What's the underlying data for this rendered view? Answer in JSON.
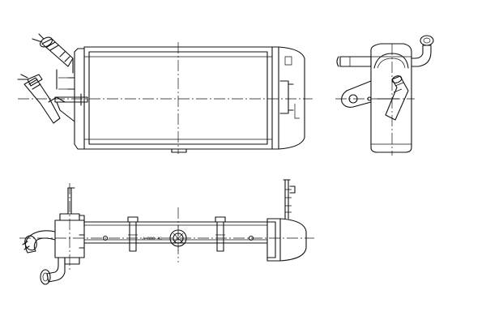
{
  "drawing": {
    "views": [
      {
        "id": "front",
        "label": ""
      },
      {
        "id": "side",
        "label": ""
      },
      {
        "id": "top",
        "label": ""
      }
    ],
    "annotations": {
      "top_view_core_marking": "A-B00-48"
    },
    "colors": {
      "ink": "#111111",
      "paper": "#ffffff"
    }
  }
}
